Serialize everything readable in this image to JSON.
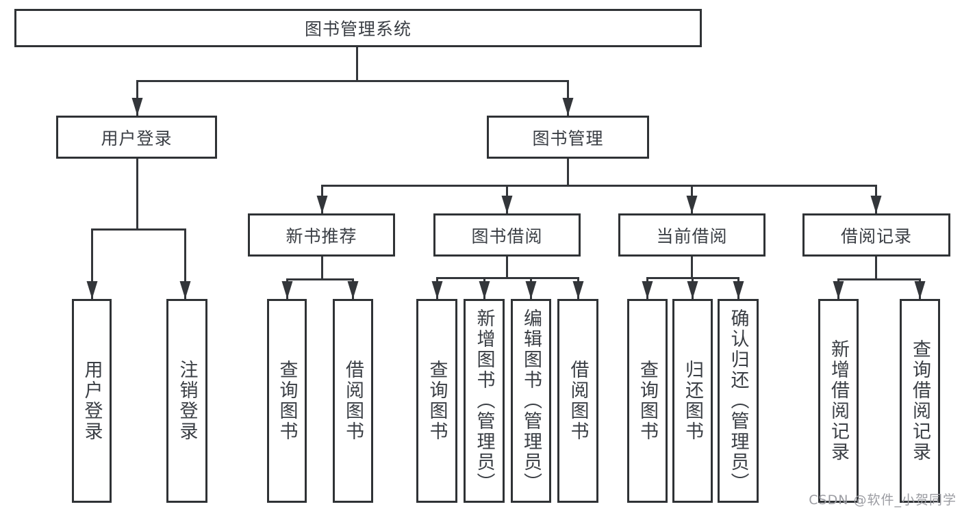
{
  "diagram": {
    "type": "hierarchy-tree"
  },
  "tree": {
    "root": {
      "label": "图书管理系统"
    },
    "branches": [
      {
        "label": "用户登录",
        "leaves": [
          {
            "label": "用户登录"
          },
          {
            "label": "注销登录"
          }
        ]
      },
      {
        "label": "图书管理",
        "children": [
          {
            "label": "新书推荐",
            "leaves": [
              {
                "label": "查询图书"
              },
              {
                "label": "借阅图书"
              }
            ]
          },
          {
            "label": "图书借阅",
            "leaves": [
              {
                "label": "查询图书"
              },
              {
                "label": "新增图书（管理员）"
              },
              {
                "label": "编辑图书（管理员）"
              },
              {
                "label": "借阅图书"
              }
            ]
          },
          {
            "label": "当前借阅",
            "leaves": [
              {
                "label": "查询图书"
              },
              {
                "label": "归还图书"
              },
              {
                "label": "确认归还（管理员）"
              }
            ]
          },
          {
            "label": "借阅记录",
            "leaves": [
              {
                "label": "新增借阅记录"
              },
              {
                "label": "查询借阅记录"
              }
            ]
          }
        ]
      }
    ]
  },
  "watermark": {
    "text": "CSDN @软件_小贺同学"
  },
  "colors": {
    "line": "#33363a",
    "box_border": "#2f3235",
    "box_fill": "#ffffff",
    "text": "#3a3e44",
    "watermark": "#9b9ca2",
    "background": "#ffffff"
  }
}
